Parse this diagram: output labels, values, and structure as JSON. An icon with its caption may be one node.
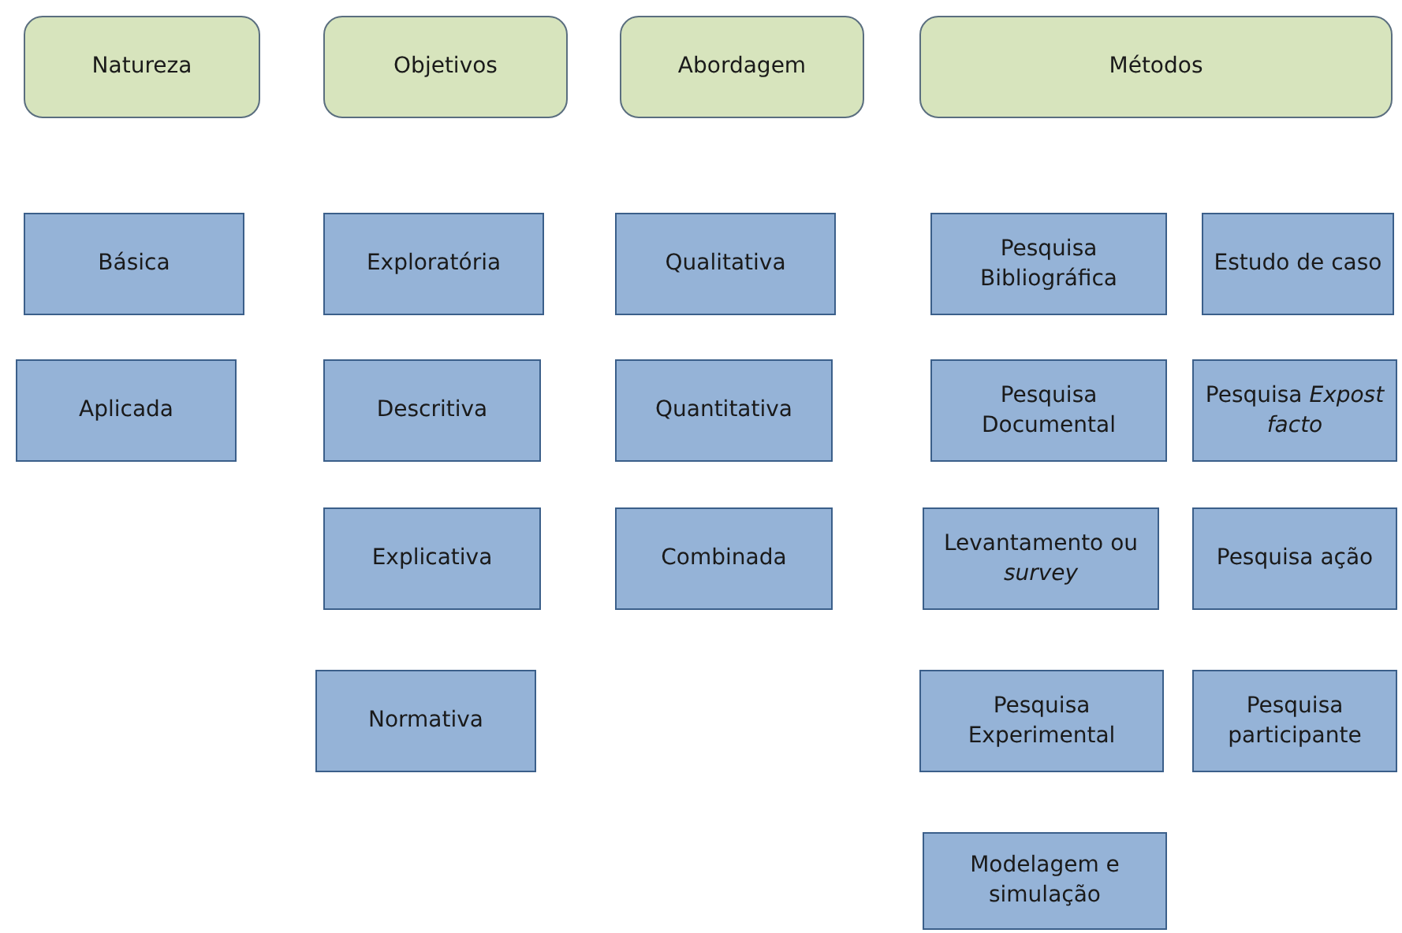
{
  "diagram": {
    "nodes": [
      {
        "text": [
          "Natureza"
        ]
      },
      {
        "text": [
          "Objetivos"
        ]
      },
      {
        "text": [
          "Abordagem"
        ]
      },
      {
        "text": [
          "Métodos"
        ]
      },
      {
        "text": [
          "Básica"
        ]
      },
      {
        "text": [
          "Aplicada"
        ]
      },
      {
        "text": [
          "Exploratória"
        ]
      },
      {
        "text": [
          "Descritiva"
        ]
      },
      {
        "text": [
          "Explicativa"
        ]
      },
      {
        "text": [
          "Normativa"
        ]
      },
      {
        "text": [
          "Qualitativa"
        ]
      },
      {
        "text": [
          "Quantitativa"
        ]
      },
      {
        "text": [
          "Combinada"
        ]
      },
      {
        "text": [
          "Pesquisa Bibliográfica"
        ]
      },
      {
        "text": [
          "Estudo de caso"
        ]
      },
      {
        "text": [
          "Pesquisa Documental"
        ]
      },
      {
        "text": [
          "Pesquisa *Expost facto*"
        ]
      },
      {
        "text": [
          "Levantamento ou *survey*"
        ]
      },
      {
        "text": [
          "Pesquisa ação"
        ]
      },
      {
        "text": [
          "Pesquisa Experimental"
        ]
      },
      {
        "text": [
          "Pesquisa participante"
        ]
      },
      {
        "text": [
          "Modelagem e simulação"
        ]
      }
    ]
  }
}
